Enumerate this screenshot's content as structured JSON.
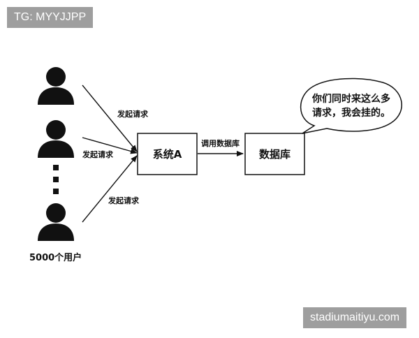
{
  "watermark_top_left": "TG: MYYJJPP",
  "watermark_bottom_right": "stadiumaitiyu.com",
  "users": {
    "count_label": "5000个用户",
    "icon": "person-icon",
    "ellipsis_icon": "vertical-dots-icon"
  },
  "edges": {
    "user_to_system_top": "发起请求",
    "user_to_system_mid": "发起请求",
    "user_to_system_bottom": "发起请求",
    "system_to_db": "调用数据库"
  },
  "nodes": {
    "system": "系统A",
    "database": "数据库"
  },
  "speech_bubble": {
    "line1": "你们同时来这么多",
    "line2": "请求，我会挂的。"
  },
  "colors": {
    "stroke": "#111111",
    "watermark_bg": "#9e9e9e",
    "watermark_text": "#ffffff"
  }
}
